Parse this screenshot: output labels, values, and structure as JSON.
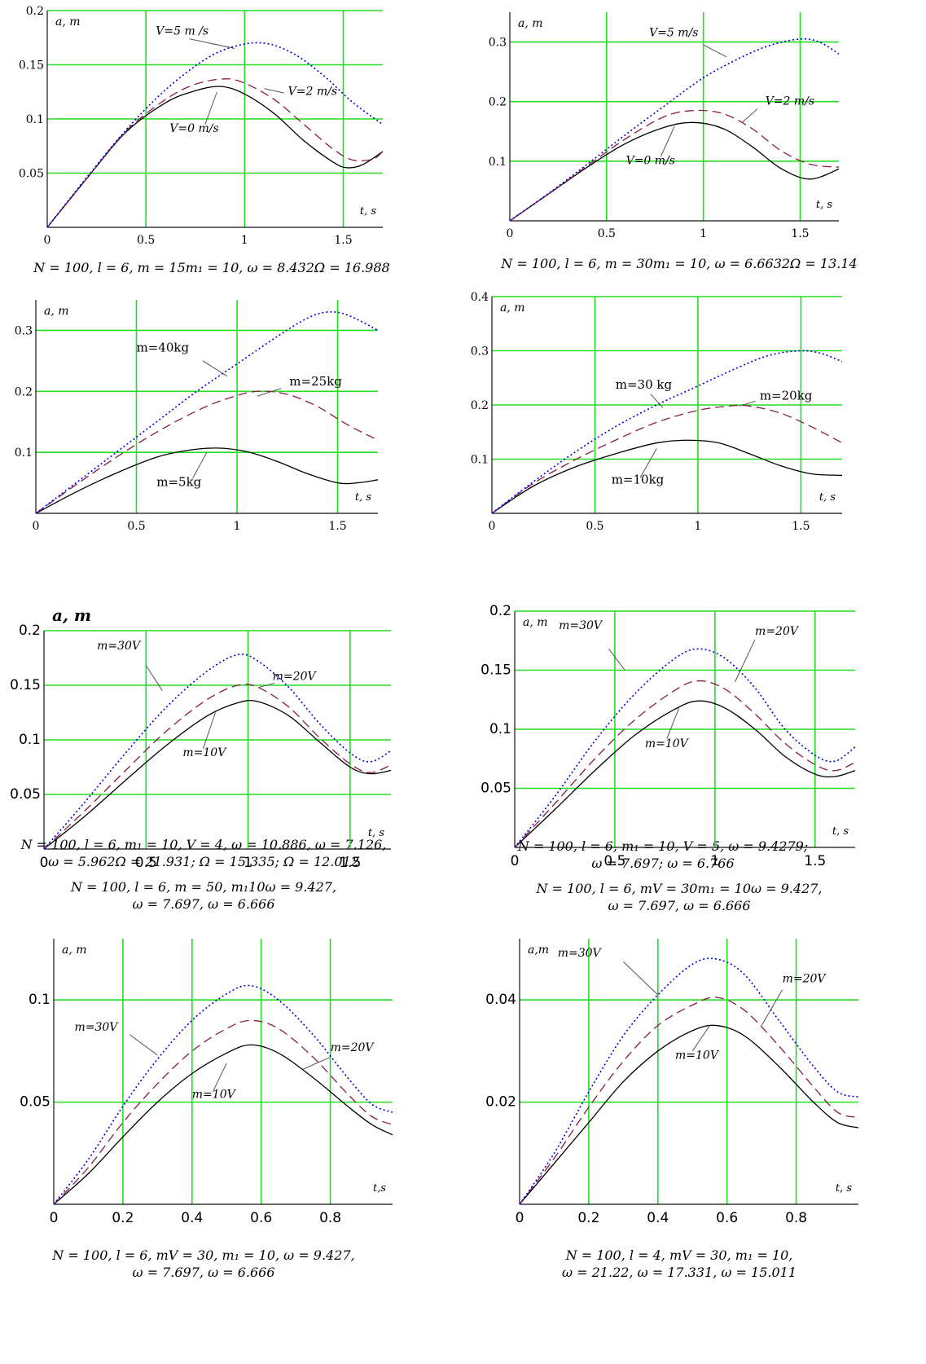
{
  "colors": {
    "grid": "#22dd22",
    "axis": "#111111",
    "v0": "#000000",
    "v2": "#8b1a48",
    "v5": "#0000dd"
  },
  "chart_data": [
    {
      "type": "line",
      "xlabel": "t, s",
      "ylabel": "a, m",
      "xlim": [
        0,
        1.7
      ],
      "ylim": [
        0,
        0.2
      ],
      "xticks": [
        0,
        0.5,
        1,
        1.5
      ],
      "xtick_labels": [
        "0",
        "0.5",
        "1",
        "1.5"
      ],
      "yticks": [
        0.05,
        0.1,
        0.15,
        0.2
      ],
      "ytick_labels": [
        "0.05",
        "0.1",
        "0.15",
        "0.2"
      ],
      "series": [
        {
          "name": "V=0 m/s",
          "x": [
            0,
            0.2,
            0.4,
            0.6,
            0.75,
            0.88,
            1.0,
            1.15,
            1.3,
            1.45,
            1.52,
            1.6,
            1.7
          ],
          "y": [
            0,
            0.045,
            0.088,
            0.115,
            0.126,
            0.13,
            0.123,
            0.105,
            0.08,
            0.06,
            0.055,
            0.058,
            0.07
          ]
        },
        {
          "name": "V=2 m/s",
          "x": [
            0,
            0.2,
            0.4,
            0.6,
            0.75,
            0.9,
            1.0,
            1.15,
            1.3,
            1.45,
            1.55,
            1.65,
            1.7
          ],
          "y": [
            0,
            0.045,
            0.089,
            0.118,
            0.132,
            0.137,
            0.133,
            0.118,
            0.095,
            0.072,
            0.062,
            0.063,
            0.07
          ]
        },
        {
          "name": "V=5 m/s",
          "x": [
            0,
            0.2,
            0.4,
            0.6,
            0.8,
            0.95,
            1.1,
            1.25,
            1.4,
            1.55,
            1.7
          ],
          "y": [
            0,
            0.046,
            0.09,
            0.127,
            0.155,
            0.167,
            0.17,
            0.16,
            0.14,
            0.115,
            0.095
          ]
        }
      ],
      "labels": [
        "V=5 m /s",
        "V=2 m/s",
        "V=0 m/s"
      ],
      "caption": [
        "N = 100, l = 6, m = 15m₁ = 10, ω = 8.432Ω = 16.988"
      ]
    },
    {
      "type": "line",
      "xlabel": "t, s",
      "ylabel": "a, m",
      "xlim": [
        0,
        1.7
      ],
      "ylim": [
        0,
        0.35
      ],
      "xticks": [
        0,
        0.5,
        1,
        1.5
      ],
      "xtick_labels": [
        "0",
        "0.5",
        "1",
        "1.5"
      ],
      "yticks": [
        0.1,
        0.2,
        0.3
      ],
      "ytick_labels": [
        "0.1",
        "0.2",
        "0.3"
      ],
      "series": [
        {
          "name": "V=0 m/s",
          "x": [
            0,
            0.2,
            0.4,
            0.6,
            0.8,
            0.95,
            1.1,
            1.25,
            1.4,
            1.55,
            1.7
          ],
          "y": [
            0,
            0.045,
            0.09,
            0.13,
            0.157,
            0.165,
            0.155,
            0.125,
            0.088,
            0.07,
            0.087
          ]
        },
        {
          "name": "V=2 m/s",
          "x": [
            0,
            0.2,
            0.4,
            0.6,
            0.8,
            0.95,
            1.1,
            1.25,
            1.4,
            1.55,
            1.7
          ],
          "y": [
            0,
            0.045,
            0.092,
            0.138,
            0.175,
            0.185,
            0.18,
            0.155,
            0.118,
            0.095,
            0.09
          ]
        },
        {
          "name": "V=5 m/s",
          "x": [
            0,
            0.2,
            0.4,
            0.6,
            0.8,
            1.0,
            1.2,
            1.35,
            1.5,
            1.6,
            1.7
          ],
          "y": [
            0,
            0.046,
            0.095,
            0.145,
            0.193,
            0.24,
            0.275,
            0.295,
            0.305,
            0.3,
            0.28
          ]
        }
      ],
      "labels": [
        "V=5 m/s",
        "V=2 m/s",
        "V=0 m/s"
      ],
      "caption": [
        "N = 100, l = 6, m = 30m₁ = 10, ω = 6.6632Ω = 13.14"
      ]
    },
    {
      "type": "line",
      "xlabel": "t, s",
      "ylabel": "a, m",
      "xlim": [
        0,
        1.7
      ],
      "ylim": [
        0,
        0.35
      ],
      "xticks": [
        0,
        0.5,
        1,
        1.5
      ],
      "xtick_labels": [
        "0",
        "0.5",
        "1",
        "1.5"
      ],
      "yticks": [
        0.1,
        0.2,
        0.3
      ],
      "ytick_labels": [
        "0.1",
        "0.2",
        "0.3"
      ],
      "series": [
        {
          "name": "m=5kg",
          "x": [
            0,
            0.2,
            0.4,
            0.6,
            0.75,
            0.9,
            1.05,
            1.2,
            1.35,
            1.5,
            1.6,
            1.7
          ],
          "y": [
            0,
            0.035,
            0.066,
            0.092,
            0.103,
            0.107,
            0.101,
            0.085,
            0.065,
            0.05,
            0.05,
            0.055
          ]
        },
        {
          "name": "m=25kg",
          "x": [
            0,
            0.2,
            0.4,
            0.6,
            0.8,
            0.95,
            1.1,
            1.25,
            1.4,
            1.55,
            1.7
          ],
          "y": [
            0,
            0.047,
            0.092,
            0.133,
            0.168,
            0.188,
            0.2,
            0.195,
            0.175,
            0.145,
            0.12
          ]
        },
        {
          "name": "m=40kg",
          "x": [
            0,
            0.2,
            0.4,
            0.6,
            0.8,
            1.0,
            1.2,
            1.35,
            1.45,
            1.55,
            1.7
          ],
          "y": [
            0,
            0.05,
            0.1,
            0.15,
            0.2,
            0.245,
            0.29,
            0.32,
            0.33,
            0.325,
            0.3
          ]
        }
      ],
      "labels": [
        "m=40kg",
        "m=25kg",
        "m=5kg"
      ],
      "caption": [
        "N = 100, l = 6, m₁ = 10, V = 4, ω = 10.886, ω = 7.126,",
        "ω = 5.962Ω = 21.931; Ω = 15.335; Ω = 12.012"
      ]
    },
    {
      "type": "line",
      "xlabel": "t, s",
      "ylabel": "a, m",
      "xlim": [
        0,
        1.7
      ],
      "ylim": [
        0,
        0.4
      ],
      "xticks": [
        0,
        0.5,
        1,
        1.5
      ],
      "xtick_labels": [
        "0",
        "0.5",
        "1",
        "1.5"
      ],
      "yticks": [
        0.1,
        0.2,
        0.3,
        0.4
      ],
      "ytick_labels": [
        "0.1",
        "0.2",
        "0.3",
        "0.4"
      ],
      "series": [
        {
          "name": "m=10kg",
          "x": [
            0,
            0.2,
            0.4,
            0.6,
            0.8,
            0.95,
            1.1,
            1.25,
            1.4,
            1.55,
            1.7
          ],
          "y": [
            0,
            0.05,
            0.085,
            0.11,
            0.13,
            0.135,
            0.13,
            0.11,
            0.088,
            0.073,
            0.07
          ]
        },
        {
          "name": "m=20kg",
          "x": [
            0,
            0.2,
            0.4,
            0.6,
            0.8,
            1.0,
            1.15,
            1.25,
            1.4,
            1.55,
            1.7
          ],
          "y": [
            0,
            0.055,
            0.098,
            0.135,
            0.168,
            0.19,
            0.198,
            0.198,
            0.185,
            0.16,
            0.13
          ]
        },
        {
          "name": "m=30 kg",
          "x": [
            0,
            0.2,
            0.4,
            0.6,
            0.8,
            1.0,
            1.2,
            1.35,
            1.5,
            1.6,
            1.7
          ],
          "y": [
            0,
            0.058,
            0.112,
            0.16,
            0.2,
            0.235,
            0.27,
            0.292,
            0.3,
            0.295,
            0.28
          ]
        }
      ],
      "labels": [
        "m=30 kg",
        "m=20kg",
        "m=10kg"
      ],
      "caption": [
        "N = 100, l = 6, m₁ = 10, V = 5, ω = 9.4279;",
        "ω = 7.697; ω = 6.766"
      ]
    },
    {
      "type": "line",
      "xlabel": "t, s",
      "ylabel": "a, m",
      "xlim": [
        0,
        1.7
      ],
      "ylim": [
        0,
        0.2
      ],
      "xticks": [
        0,
        0.5,
        1,
        1.5
      ],
      "xtick_labels": [
        "0",
        "0.5",
        "1",
        "1.5"
      ],
      "yticks": [
        0.05,
        0.1,
        0.15,
        0.2
      ],
      "ytick_labels": [
        "0.05",
        "0.1",
        "0.15",
        "0.2"
      ],
      "series": [
        {
          "name": "m=10V",
          "x": [
            0,
            0.2,
            0.4,
            0.6,
            0.8,
            0.95,
            1.05,
            1.2,
            1.35,
            1.5,
            1.6,
            1.7
          ],
          "y": [
            0,
            0.03,
            0.063,
            0.095,
            0.122,
            0.134,
            0.135,
            0.122,
            0.098,
            0.075,
            0.069,
            0.072
          ]
        },
        {
          "name": "m=20V",
          "x": [
            0,
            0.2,
            0.4,
            0.6,
            0.8,
            0.95,
            1.05,
            1.2,
            1.35,
            1.5,
            1.6,
            1.7
          ],
          "y": [
            0,
            0.035,
            0.072,
            0.108,
            0.137,
            0.15,
            0.148,
            0.13,
            0.102,
            0.078,
            0.07,
            0.077
          ]
        },
        {
          "name": "m=30V",
          "x": [
            0,
            0.2,
            0.4,
            0.6,
            0.8,
            0.95,
            1.05,
            1.2,
            1.35,
            1.5,
            1.6,
            1.7
          ],
          "y": [
            0,
            0.043,
            0.088,
            0.13,
            0.163,
            0.178,
            0.172,
            0.148,
            0.115,
            0.088,
            0.08,
            0.09
          ]
        }
      ],
      "labels": [
        "m=30V",
        "m=20V",
        "m=10V"
      ],
      "caption": [
        "N = 100, l = 6, m = 50, m₁10ω = 9.427,",
        "ω = 7.697, ω = 6.666"
      ]
    },
    {
      "type": "line",
      "xlabel": "t, s",
      "ylabel": "a, m",
      "xlim": [
        0,
        1.7
      ],
      "ylim": [
        0,
        0.2
      ],
      "xticks": [
        0,
        0.5,
        1,
        1.5
      ],
      "xtick_labels": [
        "0",
        "0.5",
        "1",
        "1.5"
      ],
      "yticks": [
        0.05,
        0.1,
        0.15,
        0.2
      ],
      "ytick_labels": [
        "0.05",
        "0.1",
        "0.15",
        "0.2"
      ],
      "series": [
        {
          "name": "m=10V",
          "x": [
            0,
            0.2,
            0.4,
            0.6,
            0.8,
            0.92,
            1.05,
            1.2,
            1.35,
            1.5,
            1.6,
            1.7
          ],
          "y": [
            0,
            0.032,
            0.065,
            0.095,
            0.117,
            0.124,
            0.118,
            0.1,
            0.077,
            0.062,
            0.06,
            0.065
          ]
        },
        {
          "name": "m=20V",
          "x": [
            0,
            0.2,
            0.4,
            0.6,
            0.8,
            0.92,
            1.05,
            1.2,
            1.35,
            1.5,
            1.6,
            1.7
          ],
          "y": [
            0,
            0.037,
            0.075,
            0.108,
            0.133,
            0.141,
            0.134,
            0.113,
            0.088,
            0.07,
            0.065,
            0.072
          ]
        },
        {
          "name": "m=30V",
          "x": [
            0,
            0.2,
            0.4,
            0.6,
            0.8,
            0.92,
            1.05,
            1.2,
            1.35,
            1.5,
            1.6,
            1.7
          ],
          "y": [
            0,
            0.043,
            0.09,
            0.13,
            0.16,
            0.168,
            0.16,
            0.135,
            0.1,
            0.078,
            0.073,
            0.085
          ]
        }
      ],
      "labels": [
        "m=30V",
        "m=20V",
        "m=10V"
      ],
      "caption": [
        "N = 100, l = 6, mV = 30m₁ = 10ω = 9.427,",
        "ω = 7.697, ω = 6.666"
      ]
    },
    {
      "type": "line",
      "xlabel": "t,s",
      "ylabel": "a, m",
      "xlim": [
        0,
        0.98
      ],
      "ylim": [
        0,
        0.13
      ],
      "xticks": [
        0,
        0.2,
        0.4,
        0.6,
        0.8
      ],
      "xtick_labels": [
        "0",
        "0.2",
        "0.4",
        "0.6",
        "0.8"
      ],
      "yticks": [
        0.05,
        0.1
      ],
      "ytick_labels": [
        "0.05",
        "0.1"
      ],
      "series": [
        {
          "name": "m=10V",
          "x": [
            0,
            0.1,
            0.2,
            0.3,
            0.4,
            0.5,
            0.57,
            0.65,
            0.75,
            0.85,
            0.92,
            0.98
          ],
          "y": [
            0,
            0.015,
            0.033,
            0.05,
            0.064,
            0.074,
            0.078,
            0.074,
            0.062,
            0.048,
            0.039,
            0.034
          ]
        },
        {
          "name": "m=20V",
          "x": [
            0,
            0.1,
            0.2,
            0.3,
            0.4,
            0.5,
            0.57,
            0.65,
            0.75,
            0.85,
            0.92,
            0.98
          ],
          "y": [
            0,
            0.018,
            0.04,
            0.059,
            0.075,
            0.086,
            0.09,
            0.086,
            0.072,
            0.054,
            0.043,
            0.039
          ]
        },
        {
          "name": "m=30V",
          "x": [
            0,
            0.1,
            0.2,
            0.3,
            0.4,
            0.5,
            0.57,
            0.65,
            0.75,
            0.85,
            0.92,
            0.98
          ],
          "y": [
            0,
            0.022,
            0.048,
            0.071,
            0.09,
            0.103,
            0.107,
            0.1,
            0.083,
            0.062,
            0.049,
            0.045
          ]
        }
      ],
      "labels": [
        "m=30V",
        "m=20V",
        "m=10V"
      ],
      "caption": [
        "N = 100, l = 6, mV = 30, m₁ = 10, ω = 9.427,",
        "ω = 7.697, ω = 6.666"
      ]
    },
    {
      "type": "line",
      "xlabel": "t, s",
      "ylabel": "a,m",
      "xlim": [
        0,
        0.98
      ],
      "ylim": [
        0,
        0.052
      ],
      "xticks": [
        0,
        0.2,
        0.4,
        0.6,
        0.8
      ],
      "xtick_labels": [
        "0",
        "0.2",
        "0.4",
        "0.6",
        "0.8"
      ],
      "yticks": [
        0.02,
        0.04
      ],
      "ytick_labels": [
        "0.02",
        "0.04"
      ],
      "series": [
        {
          "name": "m=10V",
          "x": [
            0,
            0.1,
            0.2,
            0.3,
            0.4,
            0.5,
            0.57,
            0.65,
            0.75,
            0.85,
            0.92,
            0.98
          ],
          "y": [
            0,
            0.008,
            0.016,
            0.024,
            0.03,
            0.034,
            0.035,
            0.033,
            0.027,
            0.02,
            0.016,
            0.015
          ]
        },
        {
          "name": "m=20V",
          "x": [
            0,
            0.1,
            0.2,
            0.3,
            0.4,
            0.5,
            0.57,
            0.65,
            0.75,
            0.85,
            0.92,
            0.98
          ],
          "y": [
            0,
            0.009,
            0.019,
            0.028,
            0.035,
            0.039,
            0.0405,
            0.038,
            0.031,
            0.023,
            0.018,
            0.017
          ]
        },
        {
          "name": "m=30V",
          "x": [
            0,
            0.1,
            0.2,
            0.3,
            0.4,
            0.5,
            0.57,
            0.65,
            0.75,
            0.85,
            0.92,
            0.98
          ],
          "y": [
            0,
            0.01,
            0.022,
            0.033,
            0.041,
            0.047,
            0.048,
            0.045,
            0.036,
            0.027,
            0.022,
            0.021
          ]
        }
      ],
      "labels": [
        "m=30V",
        "m=20V",
        "m=10V"
      ],
      "caption": [
        "N = 100, l = 4, mV = 30, m₁ = 10,",
        "ω = 21.22, ω = 17.331, ω = 15.011"
      ]
    }
  ]
}
